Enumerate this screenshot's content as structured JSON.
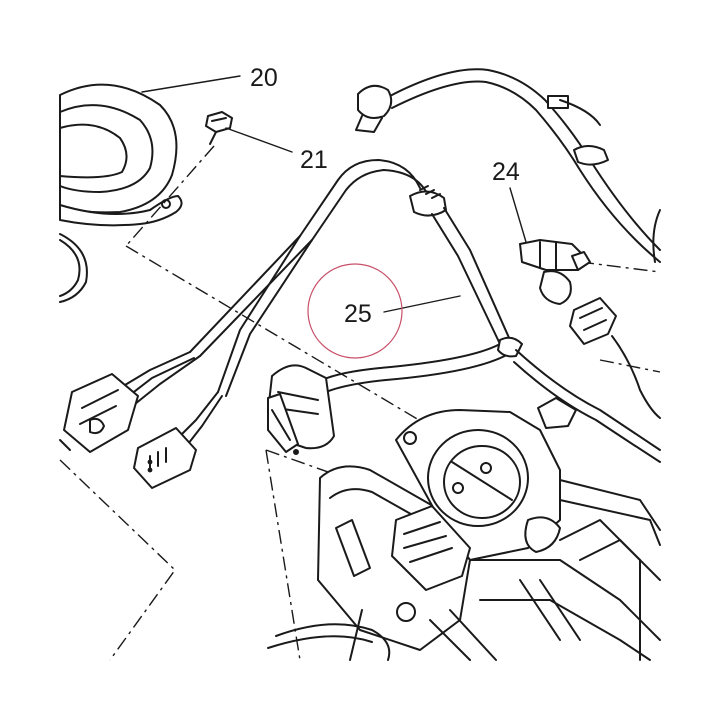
{
  "callouts": [
    {
      "id": "20",
      "label": "20"
    },
    {
      "id": "21",
      "label": "21"
    },
    {
      "id": "24",
      "label": "24"
    },
    {
      "id": "25",
      "label": "25"
    }
  ],
  "highlight": {
    "target": "25",
    "color": "#c8506a"
  },
  "colors": {
    "ink": "#1a1a1a",
    "paper": "#ffffff"
  }
}
